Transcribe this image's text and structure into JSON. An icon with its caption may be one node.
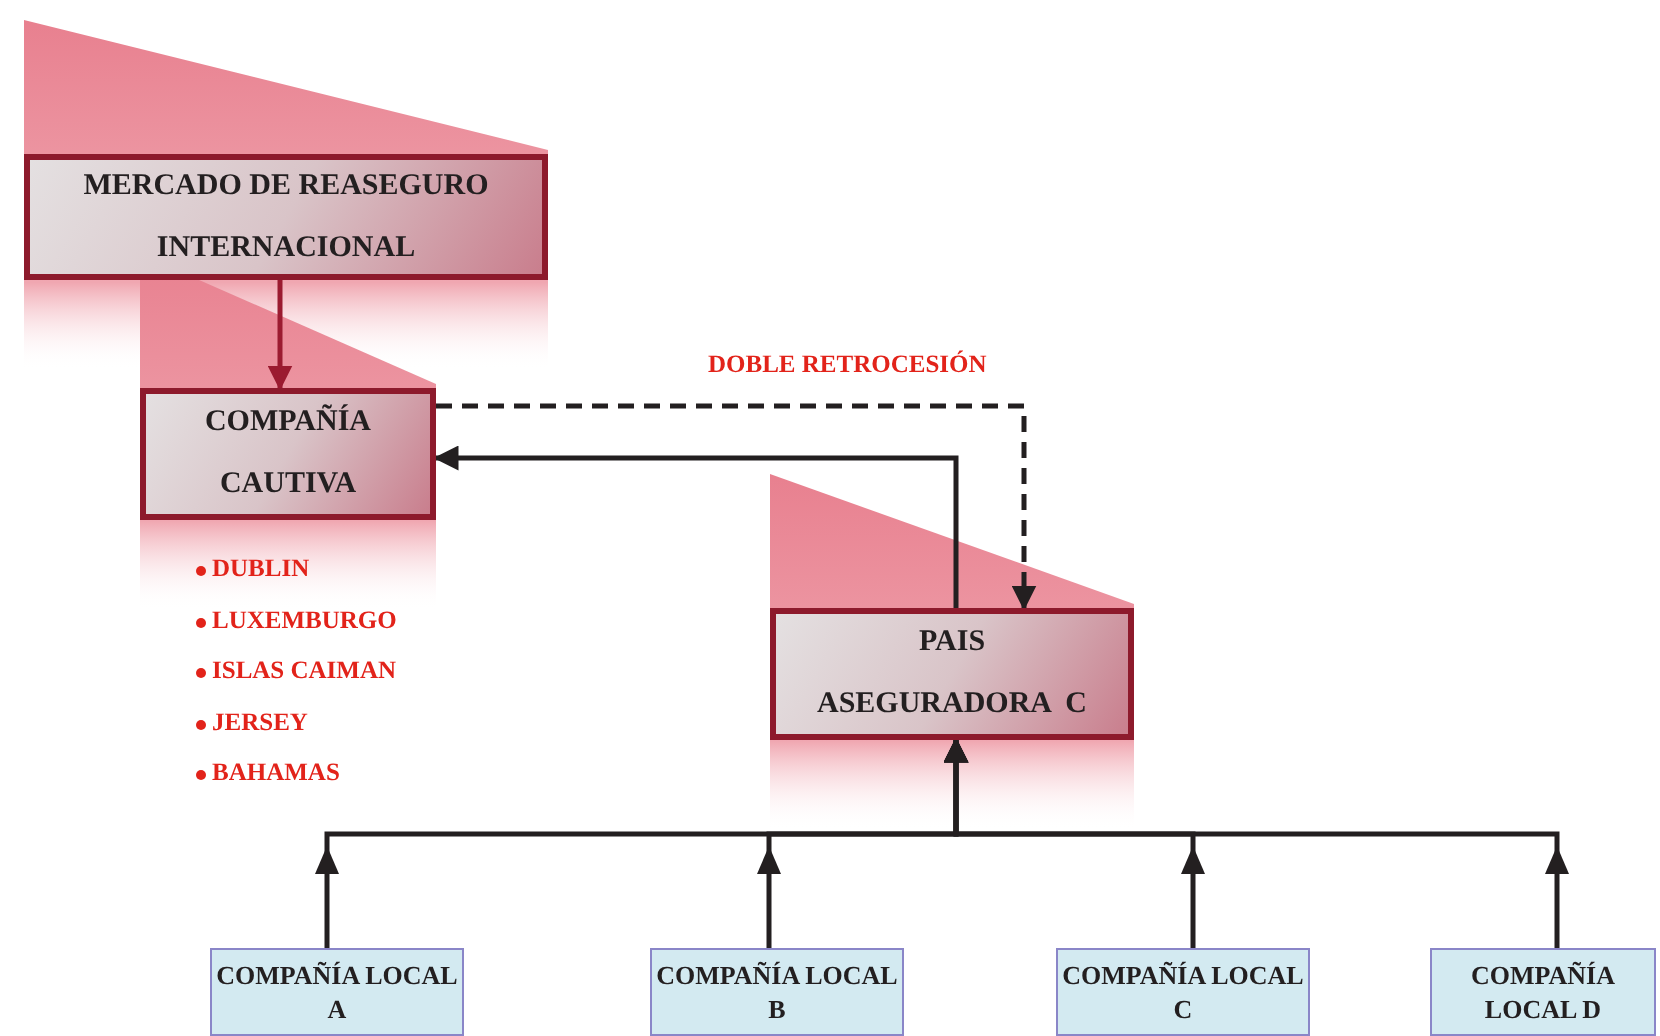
{
  "diagram": {
    "nodes": [
      {
        "text": [
          "MERCADO DE REASEGURO INTERNACIONAL"
        ]
      },
      {
        "text": [
          "COMPAÑÍA CAUTIVA"
        ],
        "beside": [
          "DUBLIN",
          "LUXEMBURGO",
          "ISLAS CAIMAN",
          "JERSEY",
          "BAHAMAS"
        ]
      },
      {
        "text": [
          "PAIS",
          "ASEGURADORA  C"
        ]
      },
      {
        "text": [
          "COMPAÑÍA LOCAL A"
        ]
      },
      {
        "text": [
          "COMPAÑÍA LOCAL B"
        ]
      },
      {
        "text": [
          "COMPAÑÍA LOCAL C"
        ]
      },
      {
        "text": [
          "COMPAÑÍA LOCAL D"
        ]
      }
    ],
    "edges": [
      {
        "from": 0,
        "to": 1,
        "arrow": "to",
        "color": "#9b1b30"
      },
      {
        "from": 1,
        "to": 2,
        "arrow": "to",
        "style": "dashed",
        "label": "DOBLE RETROCESIÓN"
      },
      {
        "from": 2,
        "to": 1,
        "arrow": "to"
      },
      {
        "from": 3,
        "to": 2,
        "arrow": "to"
      },
      {
        "from": 4,
        "to": 2,
        "arrow": "to"
      },
      {
        "from": 5,
        "to": 2,
        "arrow": "to"
      },
      {
        "from": 6,
        "to": 2,
        "arrow": "to"
      }
    ]
  }
}
